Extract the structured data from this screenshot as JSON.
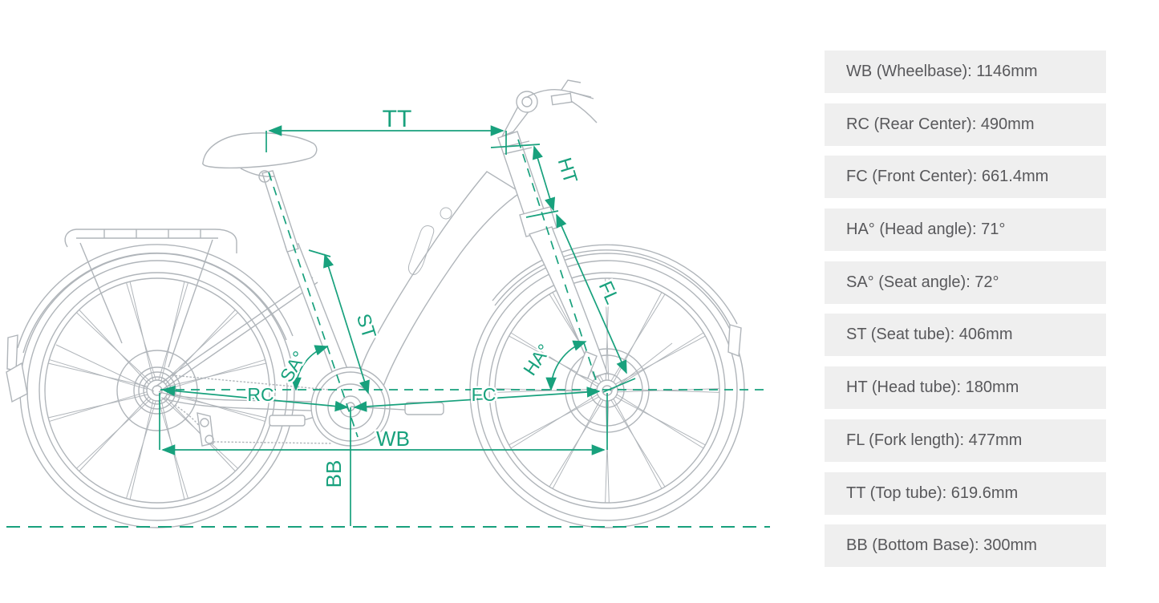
{
  "colors": {
    "accent": "#18A17D",
    "drawing_gray": "#B0B5BA",
    "panel_background": "#EFEFEF",
    "panel_text": "#58585B"
  },
  "diagram": {
    "labels": {
      "tt": "TT",
      "ht": "HT",
      "fl": "FL",
      "ha": "HA°",
      "sa": "SA°",
      "st": "ST",
      "rc": "RC",
      "fc": "FC",
      "wb": "WB",
      "bb": "BB"
    }
  },
  "panel": {
    "items": [
      "WB (Wheelbase): 1146mm",
      "RC (Rear Center): 490mm",
      "FC (Front Center): 661.4mm",
      "HA° (Head angle): 71°",
      "SA° (Seat angle): 72°",
      "ST (Seat tube): 406mm",
      "HT (Head tube): 180mm",
      "FL (Fork length): 477mm",
      "TT (Top tube): 619.6mm",
      "BB (Bottom Base): 300mm"
    ]
  }
}
